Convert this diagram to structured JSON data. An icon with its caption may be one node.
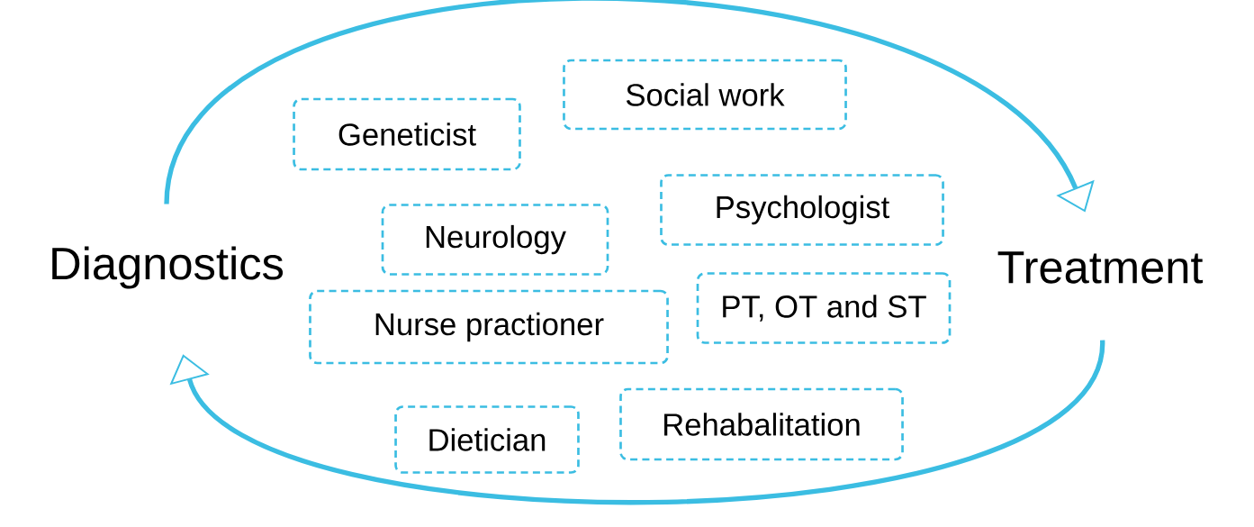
{
  "diagram": {
    "nodes": [
      {
        "text": [
          "Diagnostics"
        ]
      },
      {
        "text": [
          "Treatment"
        ]
      },
      {
        "text": [
          "Social work"
        ]
      },
      {
        "text": [
          "Geneticist"
        ]
      },
      {
        "text": [
          "Psychologist"
        ]
      },
      {
        "text": [
          "Neurology"
        ]
      },
      {
        "text": [
          "PT, OT and ST"
        ]
      },
      {
        "text": [
          "Nurse practioner"
        ]
      },
      {
        "text": [
          "Rehabalitation"
        ]
      },
      {
        "text": [
          "Dietician"
        ]
      }
    ],
    "edges": [
      {
        "from": 0,
        "to": 1,
        "arrow": "to"
      },
      {
        "from": 1,
        "to": 0,
        "arrow": "to"
      }
    ]
  }
}
